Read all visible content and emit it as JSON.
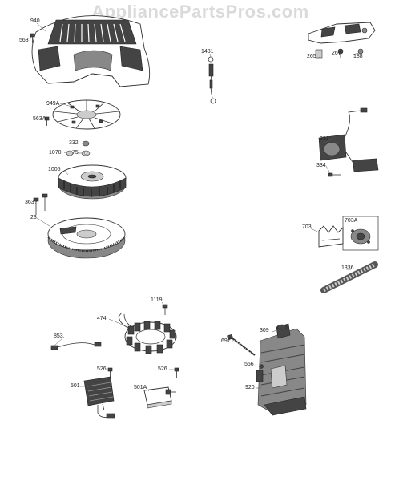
{
  "watermark": "AppliancePartsPros.com",
  "parts": {
    "p940": "940",
    "p563": "563",
    "p949a": "949A",
    "p563a": "563A",
    "p332": "332",
    "p1070": "1070",
    "p75": "75",
    "p1005": "1005",
    "p363": "363",
    "p23": "23",
    "p1481": "1481",
    "p265": "265",
    "p267": "267",
    "p188": "188",
    "p333": "333",
    "p334": "334",
    "p703": "703",
    "p703a": "703A",
    "p1336": "1336",
    "p1119": "1119",
    "p474": "474",
    "p853": "853",
    "p526a": "526",
    "p526b": "526",
    "p501": "501",
    "p501a": "501A",
    "p697": "697",
    "p309": "309",
    "p556": "556",
    "p920": "920"
  },
  "colors": {
    "line": "#333333",
    "dark_fill": "#444444",
    "mid_fill": "#888888",
    "watermark": "#969696"
  }
}
